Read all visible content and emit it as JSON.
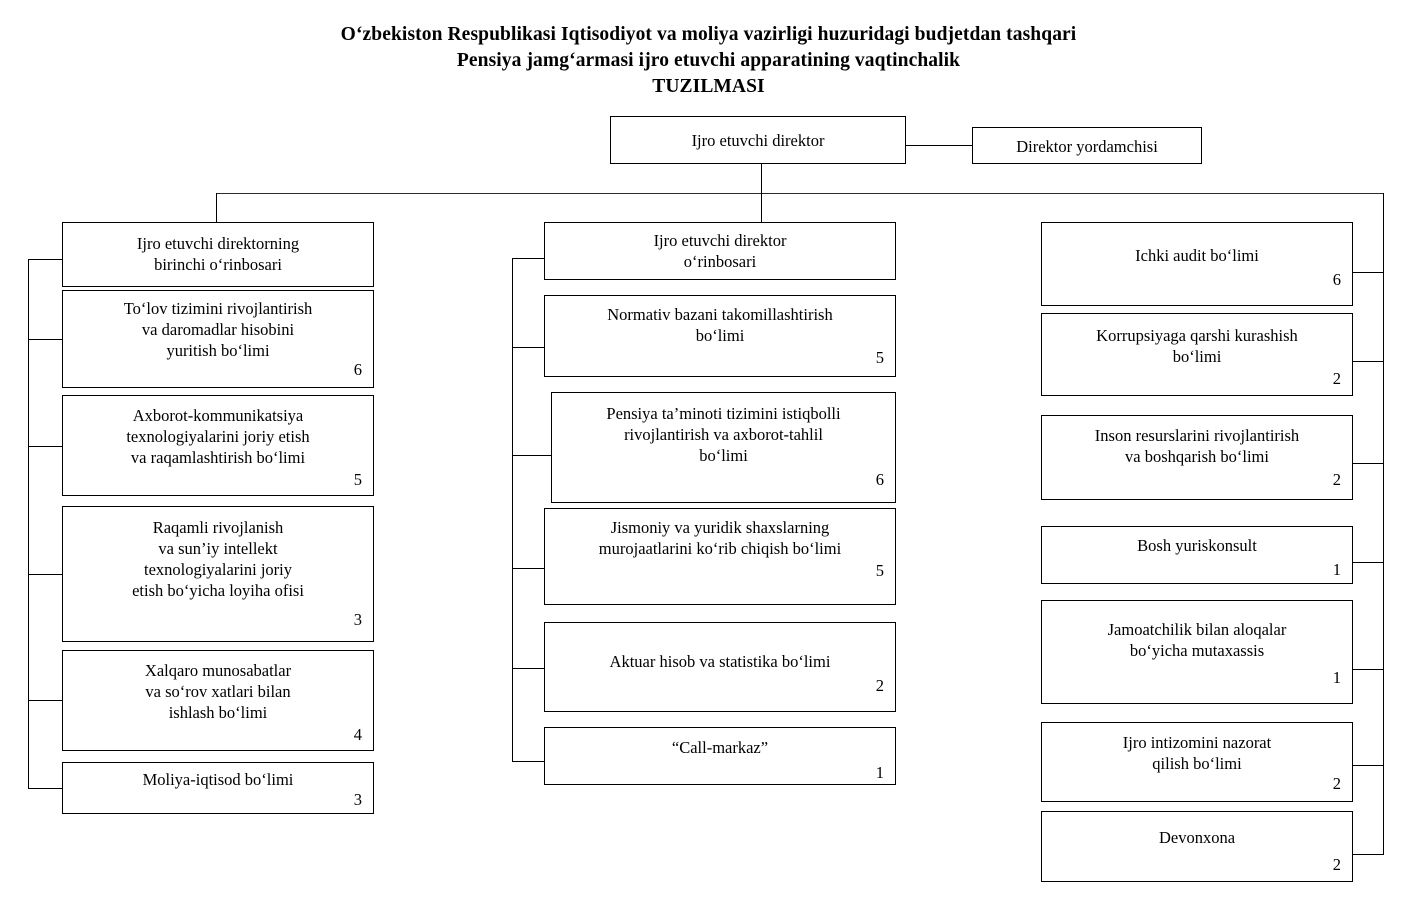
{
  "title": {
    "line1": "O‘zbekiston Respublikasi Iqtisodiyot va moliya vazirligi huzuridagi budjetdan tashqari",
    "line2": "Pensiya jamg‘armasi ijro etuvchi apparatining vaqtinchalik",
    "line3": "TUZILMASI"
  },
  "top": {
    "director": {
      "label": "Ijro etuvchi direktor"
    },
    "assistant": {
      "label": "Direktor yordamchisi"
    }
  },
  "columns": {
    "left": {
      "head": {
        "label": "Ijro etuvchi direktorning\nbirinchi o‘rinbosari",
        "count": ""
      },
      "items": [
        {
          "label": "To‘lov tizimini rivojlantirish\nva daromadlar hisobini\nyuritish bo‘limi",
          "count": "6"
        },
        {
          "label": "Axborot-kommunikatsiya\ntexnologiyalarini joriy etish\nva raqamlashtirish bo‘limi",
          "count": "5"
        },
        {
          "label": "Raqamli rivojlanish\nva sun’iy intellekt\ntexnologiyalarini joriy\netish bo‘yicha loyiha ofisi",
          "count": "3"
        },
        {
          "label": "Xalqaro munosabatlar\nva so‘rov xatlari bilan\nishlash bo‘limi",
          "count": "4"
        },
        {
          "label": "Moliya-iqtisod bo‘limi",
          "count": "3"
        }
      ]
    },
    "middle": {
      "head": {
        "label": "Ijro etuvchi direktor\no‘rinbosari",
        "count": ""
      },
      "items": [
        {
          "label": "Normativ bazani takomillashtirish\nbo‘limi",
          "count": "5"
        },
        {
          "label": "Pensiya ta’minoti tizimini istiqbolli\nrivojlantirish va axborot-tahlil\nbo‘limi",
          "count": "6"
        },
        {
          "label": "Jismoniy va yuridik shaxslarning\nmurojaatlarini ko‘rib chiqish bo‘limi",
          "count": "5"
        },
        {
          "label": "Aktuar hisob va statistika bo‘limi",
          "count": "2"
        },
        {
          "label": "“Call-markaz”",
          "count": "1"
        }
      ]
    },
    "right": {
      "items": [
        {
          "label": "Ichki audit bo‘limi",
          "count": "6"
        },
        {
          "label": "Korrupsiyaga qarshi kurashish\nbo‘limi",
          "count": "2"
        },
        {
          "label": "Inson resurslarini rivojlantirish\nva boshqarish bo‘limi",
          "count": "2"
        },
        {
          "label": "Bosh yuriskonsult",
          "count": "1"
        },
        {
          "label": "Jamoatchilik bilan aloqalar\nbo‘yicha mutaxassis",
          "count": "1"
        },
        {
          "label": "Ijro intizomini nazorat\nqilish bo‘limi",
          "count": "2"
        },
        {
          "label": "Devonxona",
          "count": "2"
        }
      ]
    }
  },
  "colors": {
    "line": "#000000",
    "background": "#ffffff",
    "text": "#000000"
  }
}
